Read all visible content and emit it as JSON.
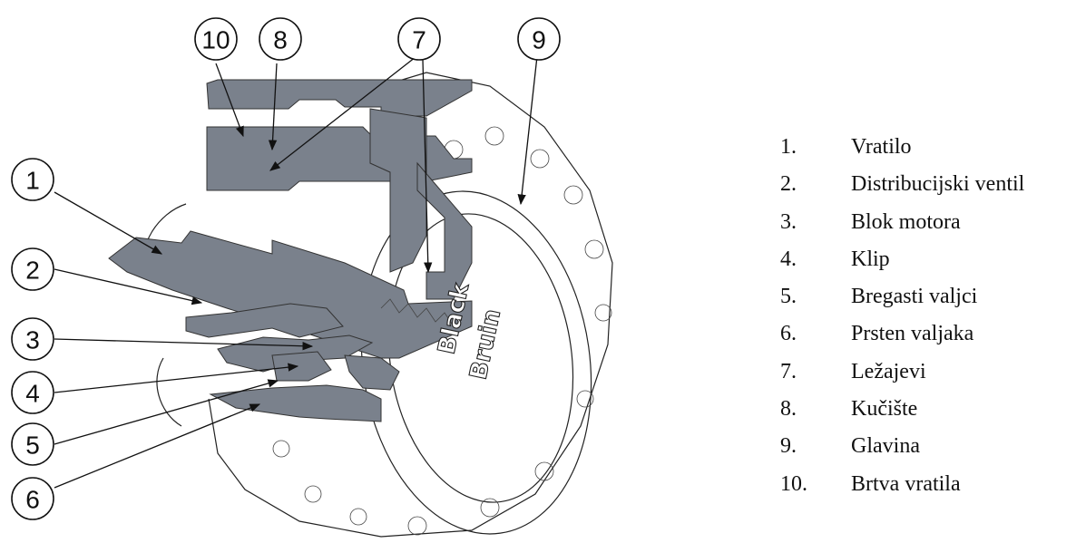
{
  "diagram": {
    "callouts": [
      "10",
      "8",
      "7",
      "9",
      "1",
      "2",
      "3",
      "4",
      "5",
      "6"
    ],
    "brand_text": [
      "Black",
      "Bruin"
    ]
  },
  "legend": {
    "items": [
      {
        "number": "1.",
        "label": "Vratilo"
      },
      {
        "number": "2.",
        "label": "Distribucijski ventil"
      },
      {
        "number": "3.",
        "label": "Blok motora"
      },
      {
        "number": "4.",
        "label": "Klip"
      },
      {
        "number": "5.",
        "label": "Bregasti valjci"
      },
      {
        "number": "6.",
        "label": "Prsten valjaka"
      },
      {
        "number": "7.",
        "label": "Ležajevi"
      },
      {
        "number": "8.",
        "label": "Kučište"
      },
      {
        "number": "9.",
        "label": "Glavina"
      },
      {
        "number": "10.",
        "label": "Brtva vratila"
      }
    ]
  },
  "colors": {
    "cutaway": "#7a818c",
    "outline": "#222222"
  }
}
